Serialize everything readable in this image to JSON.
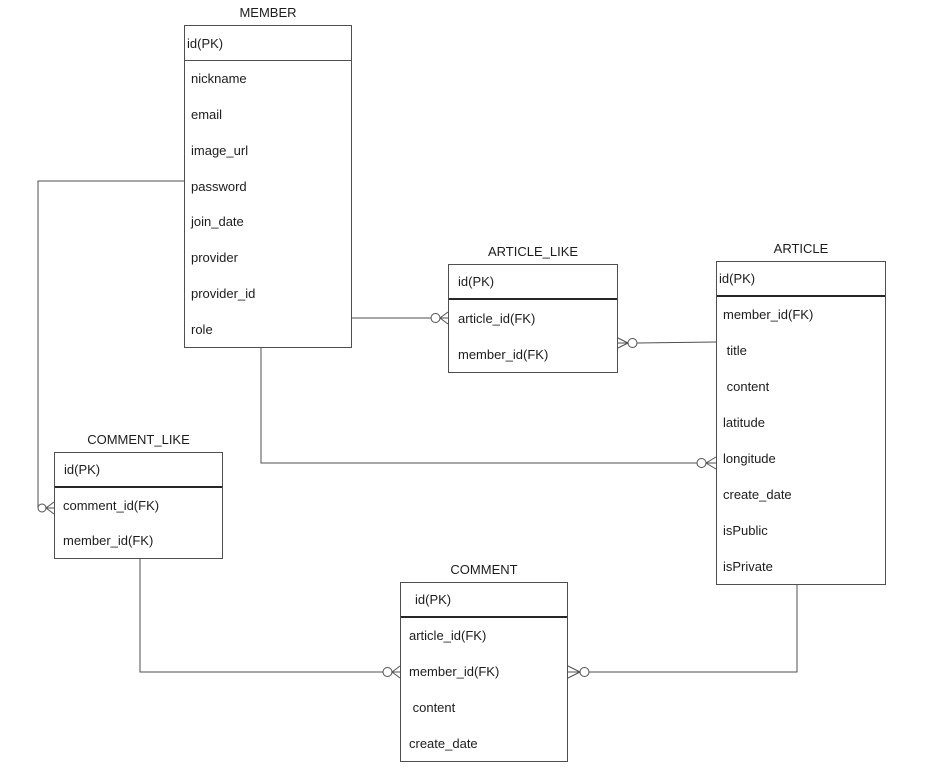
{
  "diagram": {
    "background_color": "#ffffff",
    "line_color": "#4f4f4f",
    "text_color": "#1c1c1c",
    "entities": [
      {
        "name": "MEMBER",
        "header": "id(PK)",
        "fields": [
          "nickname",
          "email",
          "image_url",
          "password",
          "join_date",
          "provider",
          "provider_id",
          "role"
        ]
      },
      {
        "name": "ARTICLE_LIKE",
        "header": "id(PK)",
        "fields": [
          "article_id(FK)",
          "member_id(FK)"
        ]
      },
      {
        "name": "ARTICLE",
        "header": "id(PK)",
        "fields": [
          "member_id(FK)",
          " title",
          " content",
          "latitude",
          "longitude",
          "create_date",
          "isPublic",
          "isPrivate"
        ]
      },
      {
        "name": "COMMENT_LIKE",
        "header": "id(PK)",
        "fields": [
          "comment_id(FK)",
          "member_id(FK)"
        ]
      },
      {
        "name": "COMMENT",
        "header": "id(PK)",
        "fields": [
          "article_id(FK)",
          "member_id(FK)",
          " content",
          "create_date"
        ]
      }
    ],
    "relationships": [
      {
        "from": "MEMBER",
        "to": "ARTICLE_LIKE",
        "crow_foot_at": "ARTICLE_LIKE",
        "cardinality": "zero-or-many"
      },
      {
        "from": "ARTICLE",
        "to": "ARTICLE_LIKE",
        "crow_foot_at": "ARTICLE_LIKE",
        "cardinality": "zero-or-many"
      },
      {
        "from": "MEMBER",
        "to": "ARTICLE",
        "crow_foot_at": "ARTICLE",
        "cardinality": "zero-or-many"
      },
      {
        "from": "MEMBER",
        "to": "COMMENT_LIKE",
        "crow_foot_at": "COMMENT_LIKE",
        "cardinality": "zero-or-many"
      },
      {
        "from": "COMMENT_LIKE",
        "to": "COMMENT",
        "crow_foot_at": "COMMENT",
        "cardinality": "zero-or-many"
      },
      {
        "from": "ARTICLE",
        "to": "COMMENT",
        "crow_foot_at": "COMMENT",
        "cardinality": "zero-or-many"
      }
    ]
  }
}
